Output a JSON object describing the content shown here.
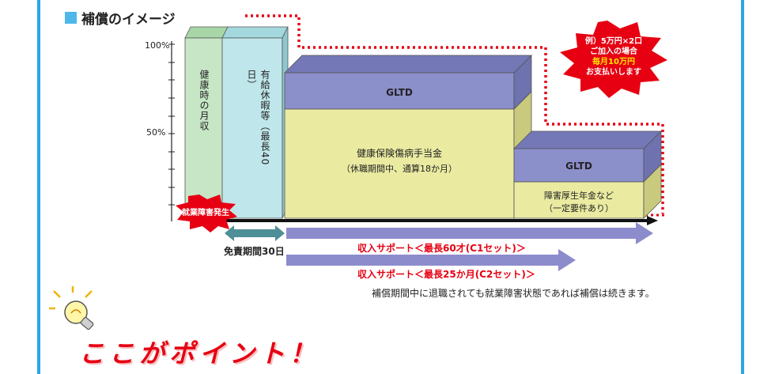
{
  "heading": "補償のイメージ",
  "axis": {
    "y100": "100%",
    "y50": "50%"
  },
  "bars": {
    "healthy_income": "健康時の月収",
    "paid_leave": "有給休暇等（最長40日）",
    "gltd": "GLTD",
    "sickness_allowance": "健康保険傷病手当金",
    "sickness_allowance_note": "（休職期間中、通算18か月）",
    "gltd2": "GLTD",
    "disability_pension": "障害厚生年金など",
    "disability_pension_note": "（一定要件あり）"
  },
  "burst_example": {
    "line1": "例）5万円×2口",
    "line2": "ご加入の場合",
    "line3": "毎月10万円",
    "line4": "お支払いします"
  },
  "burst_event": "就業障害発生",
  "exemption": "免責期間30日",
  "support1": "収入サポート＜最長60才(C1セット)＞",
  "support2": "収入サポート＜最長25か月(C2セット)＞",
  "note": "補償期間中に退職されても就業障害状態であれば補償は続きます。",
  "point_title": "ここがポイント！",
  "colors": {
    "frame": "#2aa6e4",
    "green": "#c6e6c5",
    "cyan": "#bfe6ea",
    "gltd": "#8b8fca",
    "yellow": "#eaeba1",
    "red": "#e60012",
    "arrow": "#8c8ccc",
    "teal": "#4f8f97"
  }
}
